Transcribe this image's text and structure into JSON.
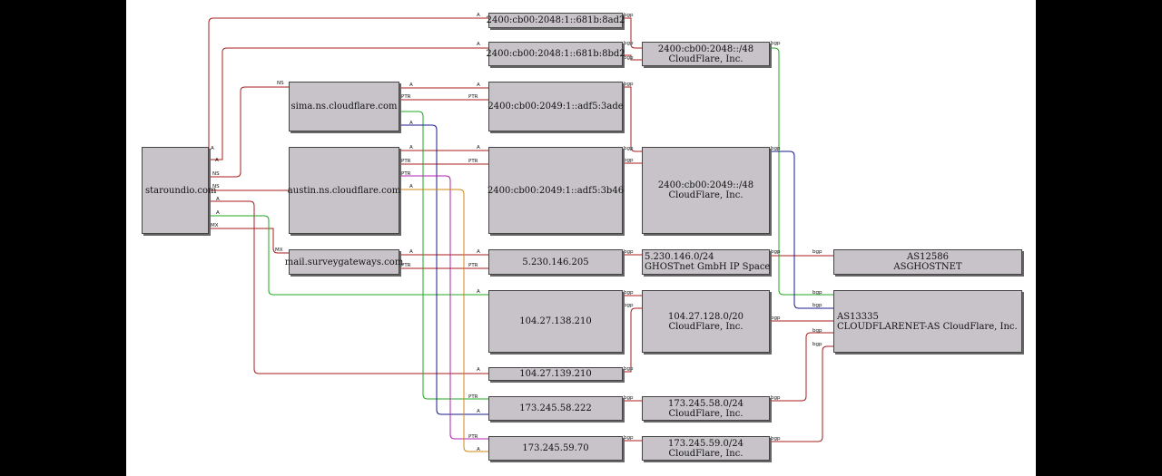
{
  "nodes": {
    "domain": "staroundio.com",
    "ns1": "sima.ns.cloudflare.com",
    "ns2": "austin.ns.cloudflare.com",
    "mx": "mail.surveygateways.com",
    "ip_v6_a": "2400:cb00:2048:1::681b:8ad2",
    "ip_v6_b": "2400:cb00:2048:1::681b:8bd2",
    "ip_v6_c": "2400:cb00:2049:1::adf5:3ade",
    "ip_v6_d": "2400:cb00:2049:1::adf5:3b46",
    "ip_mx": "5.230.146.205",
    "ip_a1": "104.27.138.210",
    "ip_a2": "104.27.139.210",
    "ip_ns1": "173.245.58.222",
    "ip_ns2": "173.245.59.70",
    "pfx_v6_2048": {
      "line1": "2400:cb00:2048::/48",
      "line2": "CloudFlare, Inc."
    },
    "pfx_v6_2049": {
      "line1": "2400:cb00:2049::/48",
      "line2": "CloudFlare, Inc."
    },
    "pfx_ghost": {
      "line1": "5.230.146.0/24",
      "line2": "GHOSTnet GmbH IP Space"
    },
    "pfx_104": {
      "line1": "104.27.128.0/20",
      "line2": "CloudFlare, Inc."
    },
    "pfx_173_58": {
      "line1": "173.245.58.0/24",
      "line2": "CloudFlare, Inc."
    },
    "pfx_173_59": {
      "line1": "173.245.59.0/24",
      "line2": "CloudFlare, Inc."
    },
    "as_ghost": {
      "line1": "AS12586",
      "line2": "ASGHOSTNET"
    },
    "as_cf": {
      "line1": "AS13335",
      "line2": "CLOUDFLARENET-AS CloudFlare, Inc."
    }
  },
  "edge_labels": {
    "a": "A",
    "ns": "NS",
    "mx": "MX",
    "ptr": "PTR",
    "bgp": "bgp"
  },
  "colors": {
    "red": "#a81c1c",
    "green": "#22aa22",
    "blue": "#1a1a8c",
    "purple": "#b020b0",
    "orange": "#d08a10"
  }
}
